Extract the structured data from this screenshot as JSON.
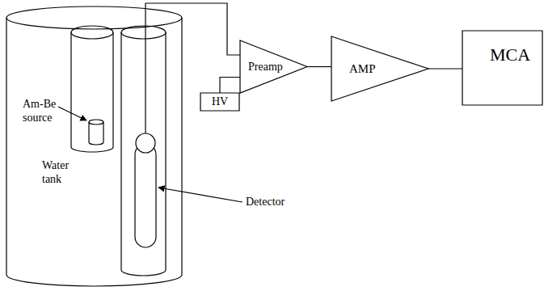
{
  "diagram": {
    "nodes": [
      {
        "text": [
          "Preamp"
        ]
      },
      {
        "text": [
          "HV"
        ]
      },
      {
        "text": [
          "AMP"
        ]
      },
      {
        "text": [
          "MCA"
        ]
      }
    ],
    "edges": [
      {
        "from": 1,
        "to": 0,
        "arrow": "none"
      },
      {
        "from": 0,
        "to": 2,
        "arrow": "none"
      },
      {
        "from": 2,
        "to": 3,
        "arrow": "none"
      }
    ],
    "labels": [
      "Am-Be source",
      "Water tank",
      "Detector"
    ]
  }
}
